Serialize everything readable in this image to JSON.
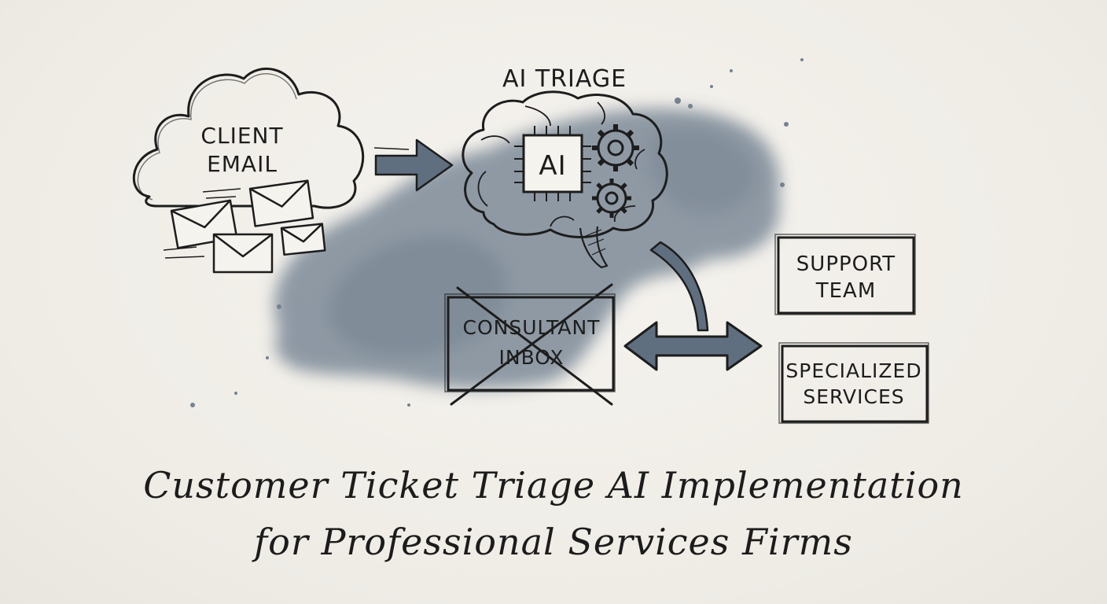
{
  "diagram": {
    "nodes": {
      "client_email": {
        "line1": "CLIENT",
        "line2": "EMAIL"
      },
      "ai_triage": {
        "title": "AI TRIAGE",
        "chip": "AI"
      },
      "consultant_inbox": {
        "line1": "CONSULTANT",
        "line2": "INBOX",
        "crossed_out": true
      },
      "support_team": {
        "line1": "SUPPORT",
        "line2": "TEAM"
      },
      "specialized_services": {
        "line1": "SPECIALIZED",
        "line2": "SERVICES"
      }
    },
    "icons": [
      "cloud-icon",
      "envelope-icon",
      "brain-icon",
      "chip-icon",
      "gear-icon",
      "arrow-icon"
    ],
    "colors": {
      "ink": "#1d1d1d",
      "wash": "#5f6f80",
      "paper": "#f1efea"
    }
  },
  "caption": {
    "line1": "Customer Ticket Triage AI Implementation",
    "line2": "for Professional Services Firms"
  }
}
